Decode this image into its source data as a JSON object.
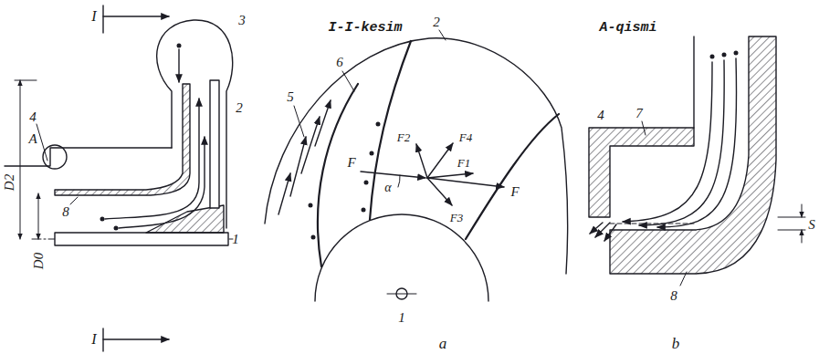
{
  "diagram": {
    "labels": [
      "I",
      "3",
      "2",
      "4",
      "A",
      "8",
      "D2",
      "D0",
      "1",
      "I",
      "a",
      "I-I-kesim",
      "5",
      "6",
      "2",
      "F",
      "α",
      "F2",
      "F4",
      "F1",
      "F",
      "F3",
      "1",
      "A-qismi",
      "4",
      "7",
      "S",
      "8",
      "b"
    ]
  }
}
